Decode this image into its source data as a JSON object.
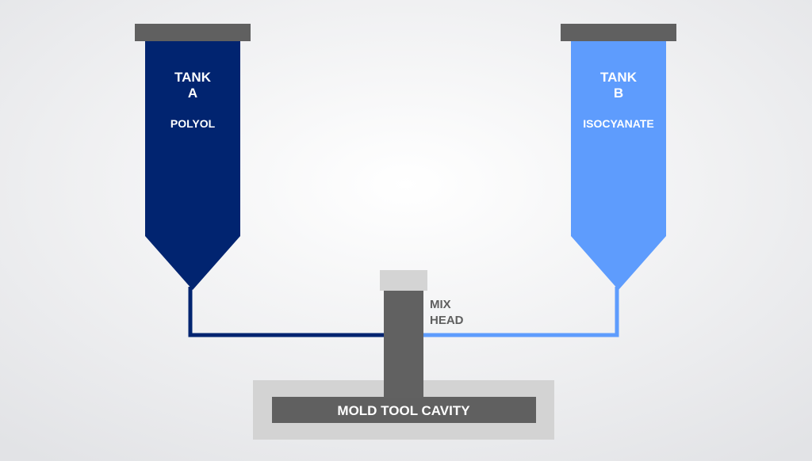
{
  "colors": {
    "background_center": "#ffffff",
    "background_edge": "#e2e3e6",
    "tank_a_fill": "#012470",
    "tank_b_fill": "#5e9cfd",
    "cap_fill": "#606060",
    "mix_head_top": "#d4d4d4",
    "mix_head_body": "#616161",
    "mold_outer": "#d3d3d3",
    "mold_inner": "#606060",
    "tank_text": "#ffffff",
    "mix_head_text": "#5f5f5f"
  },
  "tank_a": {
    "line1": "TANK",
    "line2": "A",
    "chemical": "POLYOL"
  },
  "tank_b": {
    "line1": "TANK",
    "line2": "B",
    "chemical": "ISOCYANATE"
  },
  "mix_head": {
    "line1": "MIX",
    "line2": "HEAD"
  },
  "mold": {
    "label": "MOLD TOOL CAVITY"
  }
}
